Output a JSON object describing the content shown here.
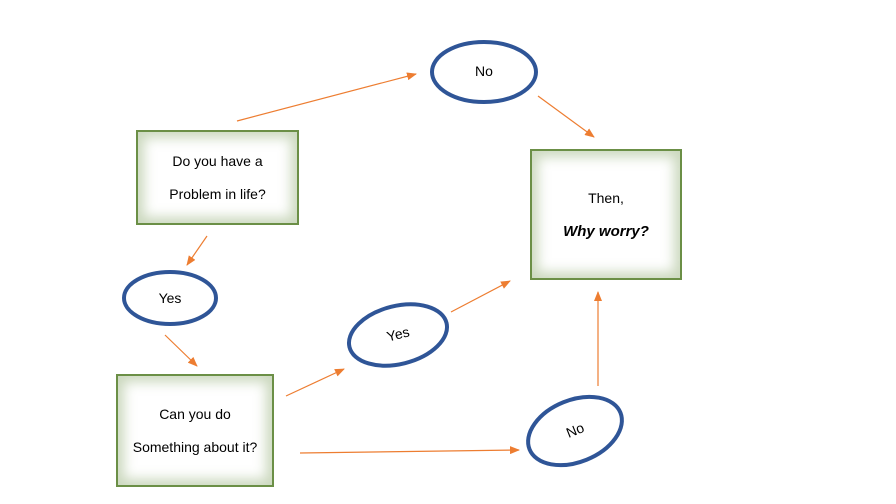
{
  "colors": {
    "arrow": "#ed7d31",
    "ellipse_stroke": "#2f5597",
    "box_border": "#6b8f46"
  },
  "nodes": {
    "problem": {
      "line1": "Do you have a",
      "line2": "Problem in life?"
    },
    "no_top": {
      "label": "No"
    },
    "why_worry": {
      "line1": "Then,",
      "line2": "Why worry?"
    },
    "yes_left": {
      "label": "Yes"
    },
    "can_do": {
      "line1": "Can you do",
      "line2": "Something about it?"
    },
    "yes_mid": {
      "label": "Yes"
    },
    "no_bottom": {
      "label": "No"
    }
  }
}
